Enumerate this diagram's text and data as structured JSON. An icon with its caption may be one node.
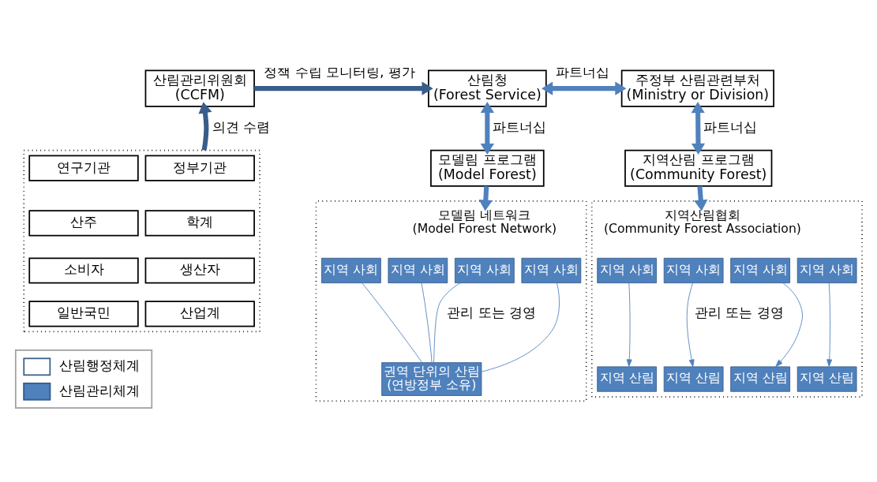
{
  "diagram": {
    "nodes": [
      {
        "text": [
          "산림관리위원회",
          "(CCFM)"
        ]
      },
      {
        "text": [
          "산림청",
          "(Forest Service)"
        ]
      },
      {
        "text": [
          "주정부 산림관련부처",
          "(Ministry or Division)"
        ]
      },
      {
        "text": [],
        "shape": "box"
      },
      {
        "text": [
          "정부기관"
        ],
        "in": 3
      },
      {
        "text": [
          "연구기관"
        ],
        "in": 3
      },
      {
        "text": [
          "학계"
        ],
        "in": 3
      },
      {
        "text": [
          "산주"
        ],
        "in": 3
      },
      {
        "text": [
          "생산자"
        ],
        "in": 3
      },
      {
        "text": [
          "소비자"
        ],
        "in": 3
      },
      {
        "text": [
          "산업계"
        ],
        "in": 3
      },
      {
        "text": [
          "일반국민"
        ],
        "in": 3
      },
      {
        "text": [
          "모델림 프로그램",
          "(Model Forest)"
        ]
      },
      {
        "text": [
          "지역산림 프로그램",
          "(Community Forest)"
        ]
      },
      {
        "text": [],
        "shape": "box"
      },
      {
        "text": [
          "모델림 네트워크",
          "(Model Forest Network)"
        ],
        "in": 14
      },
      {
        "text": [
          "지역 사회"
        ],
        "in": 14
      },
      {
        "text": [
          "지역 사회"
        ],
        "in": 14
      },
      {
        "text": [
          "지역 사회"
        ],
        "in": 14
      },
      {
        "text": [
          "지역 사회"
        ],
        "in": 14
      },
      {
        "text": [
          "권역 단위의 산림",
          "(연방정부 소유)"
        ],
        "in": 14
      },
      {
        "text": [],
        "shape": "box"
      },
      {
        "text": [
          "지역산림협회",
          "(Community Forest Association)"
        ],
        "in": 21
      },
      {
        "text": [
          "지역 사회"
        ],
        "in": 21
      },
      {
        "text": [
          "지역 사회"
        ],
        "in": 21
      },
      {
        "text": [
          "지역 사회"
        ],
        "in": 21
      },
      {
        "text": [
          "지역 사회"
        ],
        "in": 21
      },
      {
        "text": [
          "지역 산림"
        ],
        "in": 21
      },
      {
        "text": [
          "지역 산림"
        ],
        "in": 21
      },
      {
        "text": [
          "지역 산림"
        ],
        "in": 21
      },
      {
        "text": [
          "지역 산림"
        ],
        "in": 21
      }
    ],
    "edges": [
      {
        "from": 0,
        "to": 1,
        "arrow": "to",
        "label": "정책 수립 모니터링, 평가",
        "style": "thick",
        "color": "#385d8a"
      },
      {
        "from": 3,
        "to": 0,
        "arrow": "to",
        "label": "의견 수렴",
        "style": "thick",
        "color": "#385d8a"
      },
      {
        "from": 1,
        "to": 2,
        "arrow": "both",
        "label": "파트너십",
        "style": "thick"
      },
      {
        "from": 1,
        "to": 12,
        "arrow": "both",
        "label": "파트너십",
        "style": "thick"
      },
      {
        "from": 2,
        "to": 13,
        "arrow": "both",
        "label": "파트너십",
        "style": "thick"
      },
      {
        "from": 12,
        "to": 15,
        "arrow": "to",
        "style": "thick"
      },
      {
        "from": 13,
        "to": 22,
        "arrow": "to",
        "style": "thick"
      },
      {
        "from": 16,
        "to": 20,
        "arrow": "none"
      },
      {
        "from": 17,
        "to": 20,
        "arrow": "none"
      },
      {
        "from": 18,
        "to": 20,
        "arrow": "none"
      },
      {
        "from": 19,
        "to": 20,
        "arrow": "none"
      },
      {
        "from": 23,
        "to": 27,
        "arrow": "to"
      },
      {
        "from": 24,
        "to": 28,
        "arrow": "to"
      },
      {
        "from": 25,
        "to": 29,
        "arrow": "to"
      },
      {
        "from": 26,
        "to": 30,
        "arrow": "to"
      }
    ],
    "labels": [
      "관리 또는 경영",
      "관리 또는 경영"
    ],
    "legend": [
      {
        "text": "산림행정체계"
      },
      {
        "text": "산림관리체계"
      }
    ]
  }
}
